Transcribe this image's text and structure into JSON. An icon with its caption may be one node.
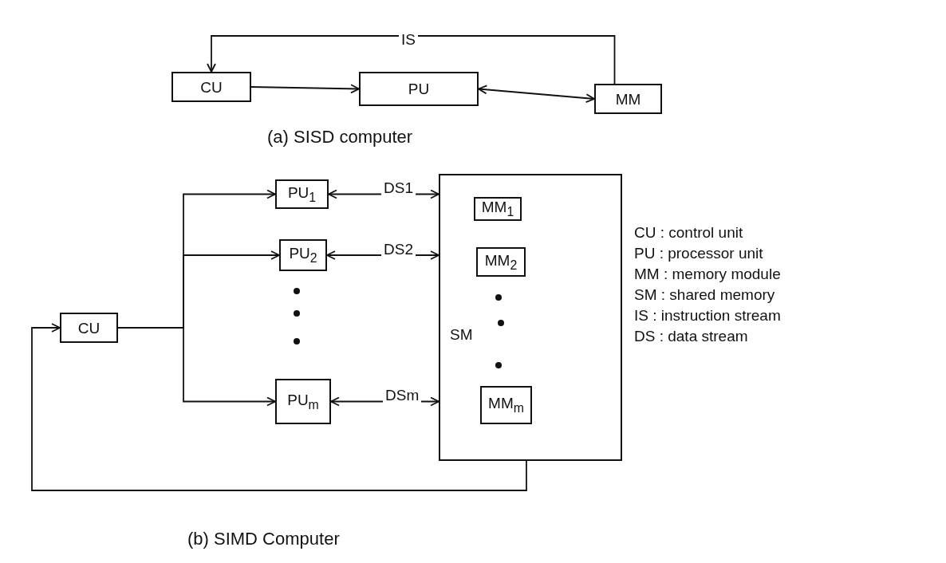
{
  "diagram": {
    "nodes": [
      {
        "text": [
          "CU"
        ]
      },
      {
        "text": [
          "PU"
        ]
      },
      {
        "text": [
          "MM"
        ]
      },
      {
        "text": [
          "CU"
        ]
      },
      {
        "text": [
          "PU$_{1}$"
        ]
      },
      {
        "text": [
          "PU$_{2}$"
        ]
      },
      {
        "text": [
          "PU$_{m}$"
        ]
      },
      {
        "text": [
          "SM"
        ]
      },
      {
        "text": [
          "MM$_{1}$"
        ],
        "in": 7
      },
      {
        "text": [
          "MM$_{2}$"
        ],
        "in": 7
      },
      {
        "text": [
          "MM$_{m}$"
        ],
        "in": 7
      }
    ],
    "edges": [
      {
        "from": 2,
        "to": 0,
        "arrow": "to",
        "label": "IS"
      },
      {
        "from": 0,
        "to": 1,
        "arrow": "to"
      },
      {
        "from": 1,
        "to": 2,
        "arrow": "both"
      },
      {
        "from": 3,
        "to": 4,
        "arrow": "to"
      },
      {
        "from": 3,
        "to": 5,
        "arrow": "to"
      },
      {
        "from": 3,
        "to": 6,
        "arrow": "to"
      },
      {
        "from": 4,
        "to": 7,
        "arrow": "both",
        "label": "DS1"
      },
      {
        "from": 5,
        "to": 7,
        "arrow": "both",
        "label": "DS2"
      },
      {
        "from": 6,
        "to": 7,
        "arrow": "both",
        "label": "DSm"
      },
      {
        "from": 7,
        "to": 3,
        "arrow": "to"
      }
    ],
    "labels": [
      "(a) SISD computer",
      "CU : control unit",
      "PU : processor unit",
      "MM : memory module",
      "SM : shared memory",
      "IS : instruction stream",
      "DS : data stream",
      "(b) SIMD Computer"
    ]
  }
}
